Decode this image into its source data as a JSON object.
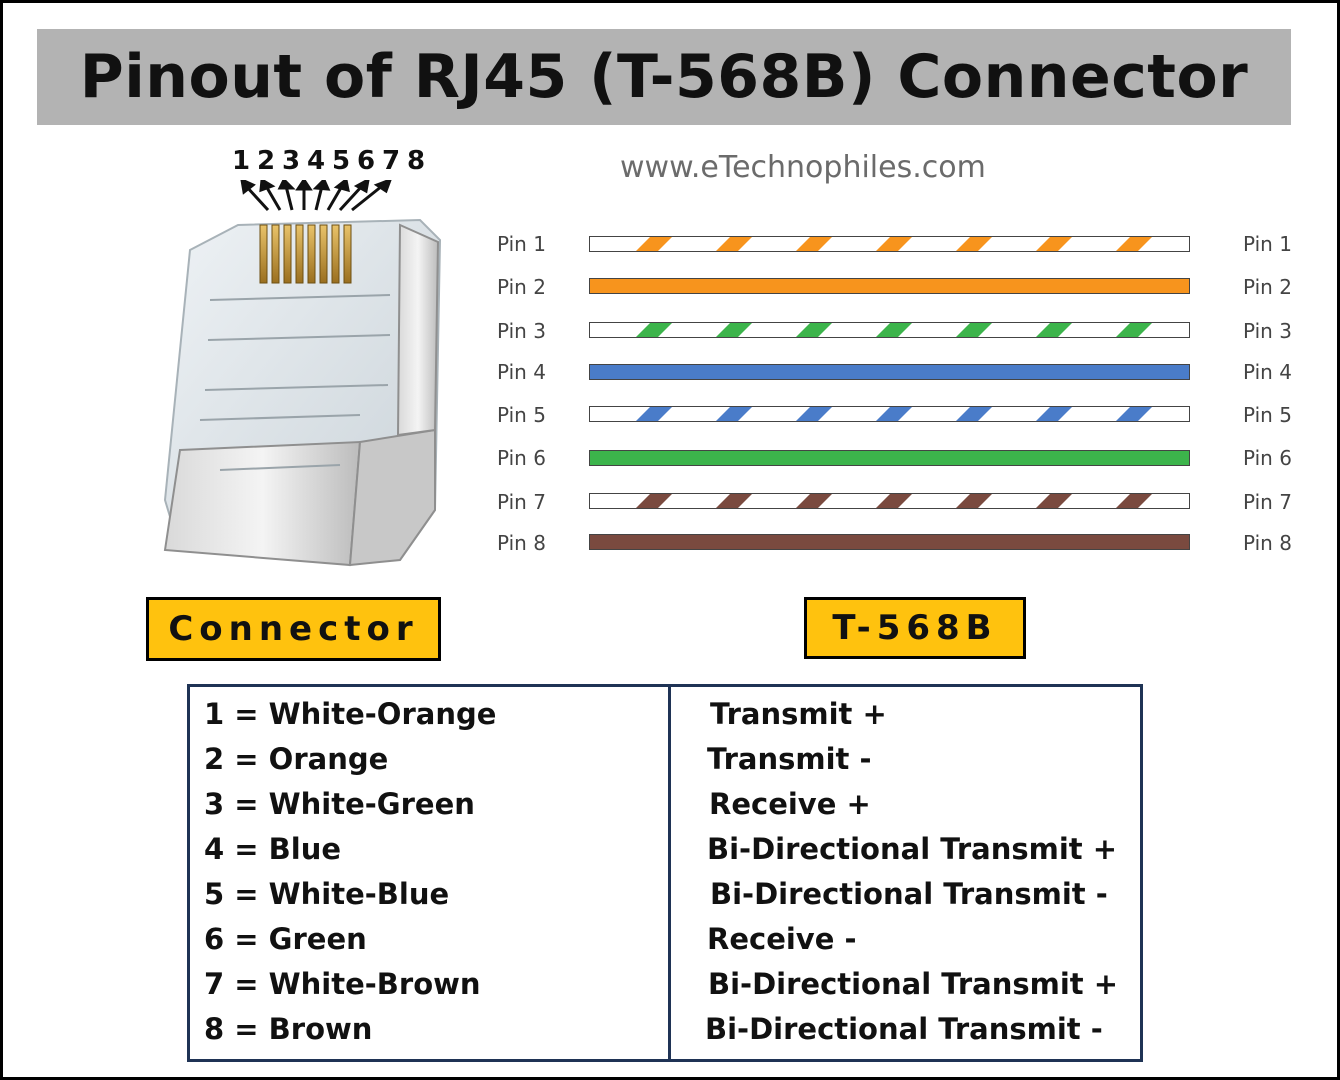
{
  "title": "Pinout of RJ45 (T-568B) Connector",
  "website": "www.eTechnophiles.com",
  "connector_pin_numbers": [
    "1",
    "2",
    "3",
    "4",
    "5",
    "6",
    "7",
    "8"
  ],
  "colors": {
    "orange": "#f7941d",
    "green": "#3cb44b",
    "blue": "#4a7cc9",
    "brown": "#7a4a3f",
    "badge": "#ffc20e",
    "title_bg": "#b3b3b3",
    "table_border": "#1f3355"
  },
  "wires": [
    {
      "left_label": "Pin 1",
      "right_label": "Pin 1",
      "color": "orange",
      "striped": true
    },
    {
      "left_label": "Pin 2",
      "right_label": "Pin 2",
      "color": "orange",
      "striped": false
    },
    {
      "left_label": "Pin 3",
      "right_label": "Pin 3",
      "color": "green",
      "striped": true
    },
    {
      "left_label": "Pin 4",
      "right_label": "Pin 4",
      "color": "blue",
      "striped": false
    },
    {
      "left_label": "Pin 5",
      "right_label": "Pin 5",
      "color": "blue",
      "striped": true
    },
    {
      "left_label": "Pin 6",
      "right_label": "Pin 6",
      "color": "green",
      "striped": false
    },
    {
      "left_label": "Pin 7",
      "right_label": "Pin 7",
      "color": "brown",
      "striped": true
    },
    {
      "left_label": "Pin 8",
      "right_label": "Pin 8",
      "color": "brown",
      "striped": false
    }
  ],
  "badges": {
    "connector": "Connector",
    "standard": "T-568B"
  },
  "table": {
    "rows": [
      {
        "pin": "1 = White-Orange",
        "function": "Transmit +"
      },
      {
        "pin": "2 = Orange",
        "function": "Transmit -"
      },
      {
        "pin": "3 = White-Green",
        "function": "Receive +"
      },
      {
        "pin": "4 = Blue",
        "function": "Bi-Directional Transmit +"
      },
      {
        "pin": "5 = White-Blue",
        "function": "Bi-Directional Transmit -"
      },
      {
        "pin": "6 = Green",
        "function": "Receive -"
      },
      {
        "pin": "7 = White-Brown",
        "function": "Bi-Directional Transmit +"
      },
      {
        "pin": "8 = Brown",
        "function": "Bi-Directional Transmit -"
      }
    ]
  }
}
